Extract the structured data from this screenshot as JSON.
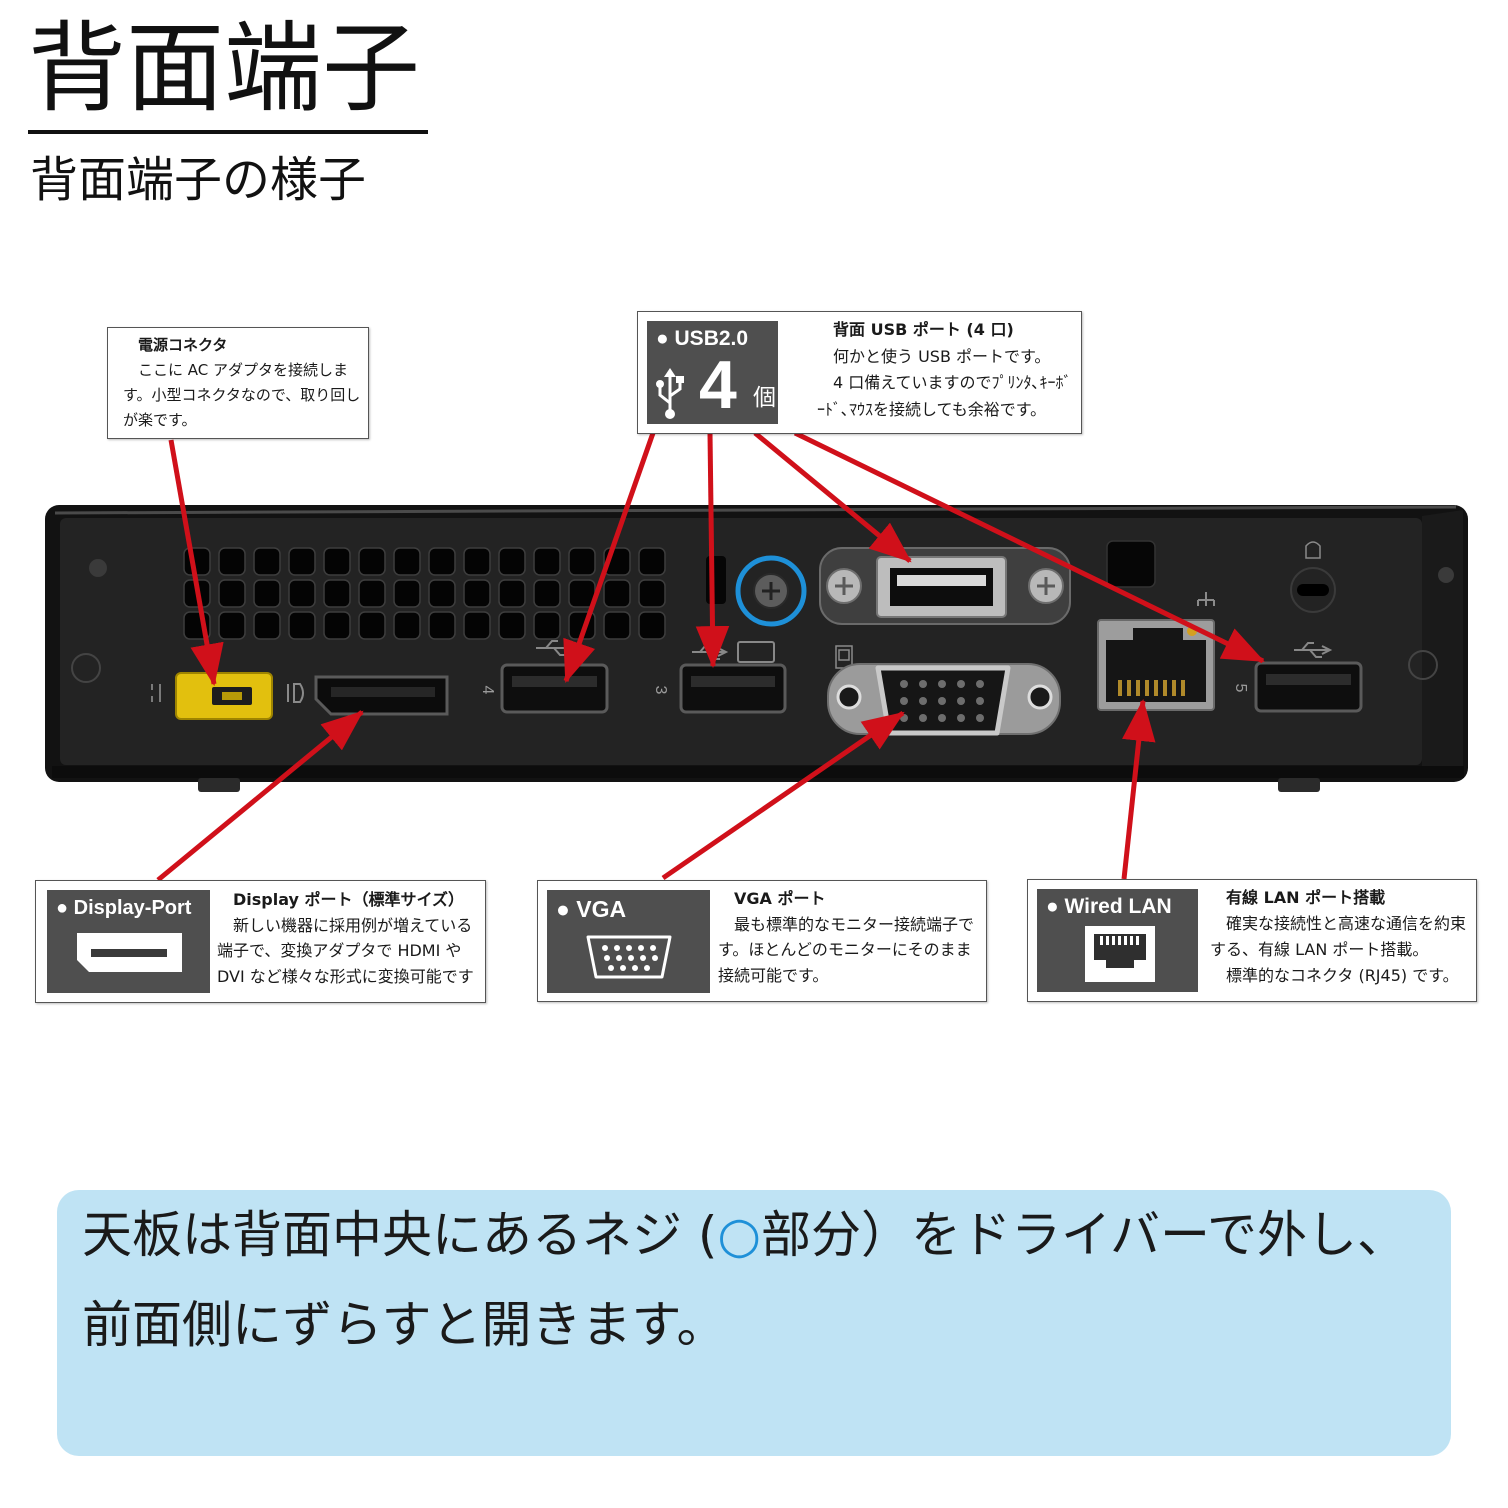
{
  "header": {
    "title": "背面端子",
    "subtitle": "背面端子の様子"
  },
  "callouts": {
    "power": {
      "title": "電源コネクタ",
      "lines": [
        "　ここに AC アダプタを接続しま",
        "す。小型コネクタなので、取り回し",
        "が楽です。"
      ]
    },
    "usb": {
      "badge": "● USB2.0",
      "count": "4",
      "count_unit": "個",
      "title": "背面 USB ポート (4 口)",
      "lines": [
        "　何かと使う USB ポートです。",
        "　4 口備えていますのでﾌﾟﾘﾝﾀ､ｷｰﾎﾞ",
        "ｰﾄﾞ､ﾏｳｽを接続しても余裕です。"
      ]
    },
    "displayport": {
      "badge": "● Display-Port",
      "title": "Display ポート（標準サイズ）",
      "lines": [
        "　新しい機器に採用例が増えている",
        "端子で、変換アダプタで HDMI や",
        "DVI など様々な形式に変換可能です"
      ]
    },
    "vga": {
      "badge": "● VGA",
      "title": "VGA ポート",
      "lines": [
        "　最も標準的なモニター接続端子で",
        "す。ほとんどのモニターにそのまま",
        "接続可能です。"
      ]
    },
    "lan": {
      "badge": "● Wired LAN",
      "title": "有線 LAN ポート搭載",
      "lines": [
        "　確実な接続性と高速な通信を約束",
        "する、有線 LAN ポート搭載。",
        "　標準的なコネクタ (RJ45) です。"
      ]
    }
  },
  "device": {
    "port_numbers": [
      "4",
      "3",
      "5"
    ]
  },
  "note": {
    "line1_pre": "天板は背面中央にあるネジ (",
    "line1_mark": "○",
    "line1_post": "部分）をドライバーで外し、",
    "line2": "前面側にずらすと開きます。"
  },
  "colors": {
    "arrow": "#d0101a",
    "badge_bg": "#4f4f4f",
    "note_bg": "#bfe3f4",
    "highlight_circle": "#1e90d8",
    "power_connector": "#e2c00e"
  }
}
